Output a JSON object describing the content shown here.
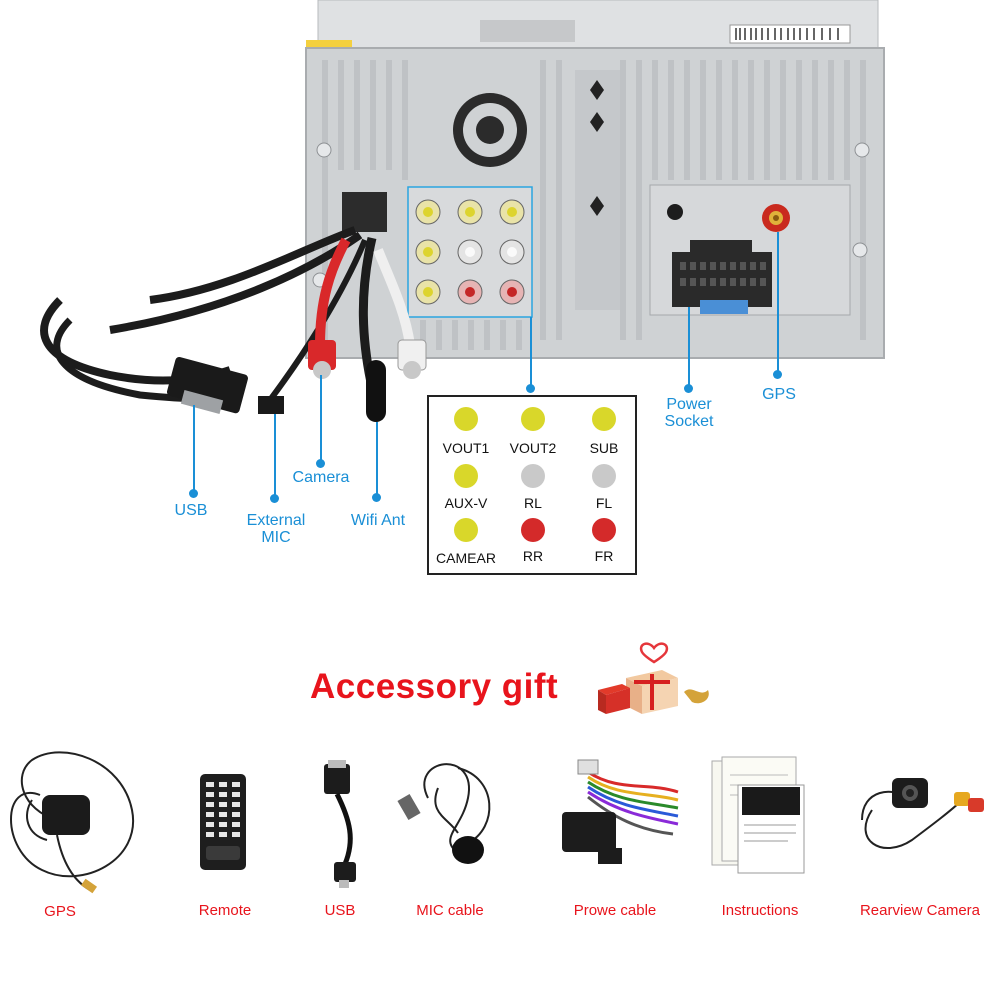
{
  "callouts": {
    "usb": "USB",
    "external_mic_line1": "External",
    "external_mic_line2": "MIC",
    "camera": "Camera",
    "wifi_ant": "Wifi Ant",
    "power_socket_line1": "Power",
    "power_socket_line2": "Socket",
    "gps": "GPS"
  },
  "legend": {
    "items": [
      {
        "label": "VOUT1",
        "color": "#d9d72a"
      },
      {
        "label": "VOUT2",
        "color": "#d9d72a"
      },
      {
        "label": "SUB",
        "color": "#d9d72a"
      },
      {
        "label": "AUX-V",
        "color": "#d9d72a"
      },
      {
        "label": "RL",
        "color": "#c9c9c9"
      },
      {
        "label": "FL",
        "color": "#c9c9c9"
      },
      {
        "label": "CAMEAR",
        "color": "#d9d72a"
      },
      {
        "label": "RR",
        "color": "#d42a2a"
      },
      {
        "label": "FR",
        "color": "#d42a2a"
      }
    ]
  },
  "gift": {
    "title": "Accessory gift"
  },
  "accessories": [
    {
      "label": "GPS"
    },
    {
      "label": "Remote"
    },
    {
      "label": "USB"
    },
    {
      "label": "MIC cable"
    },
    {
      "label": "Prowe cable"
    },
    {
      "label": "Instructions"
    },
    {
      "label": "Rearview Camera"
    }
  ],
  "colors": {
    "callout": "#1a8fd6",
    "title_red": "#e8141c",
    "chassis": "#cfd2d4"
  }
}
